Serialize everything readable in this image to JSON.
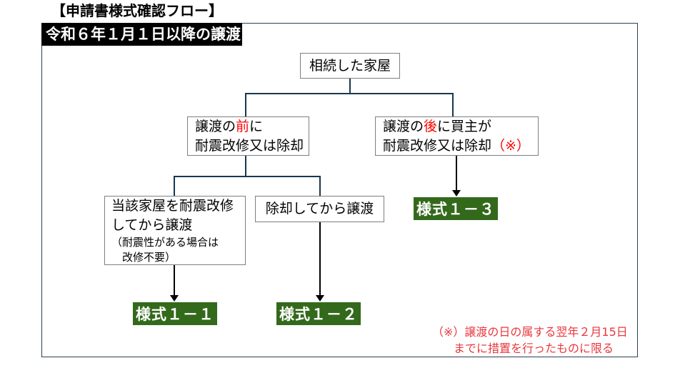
{
  "page": {
    "title": "【申請書様式確認フロー】"
  },
  "banner": {
    "label": "令和６年１月１日以降の譲渡"
  },
  "nodes": {
    "root": {
      "text": "相続した家屋"
    },
    "before": {
      "line1_pre": "譲渡の",
      "line1_em": "前",
      "line1_post": "に",
      "line2": "耐震改修又は除却"
    },
    "after": {
      "line1_pre": "譲渡の",
      "line1_em": "後",
      "line1_post": "に買主が",
      "line2_main": "耐震改修又は除却",
      "line2_mark": "（※）"
    },
    "retrofit": {
      "line1": "当該家屋を耐震改修",
      "line2": "してから譲渡",
      "note1": "（耐震性がある場合は",
      "note2": "　改修不要）"
    },
    "demolish": {
      "text": "除却してから譲渡"
    }
  },
  "results": {
    "form_1_1": "様式１－１",
    "form_1_2": "様式１－２",
    "form_1_3": "様式１－３"
  },
  "footnote": {
    "line1": "（※）譲渡の日の属する翌年２月15日",
    "line2": "までに措置を行ったものに限る"
  },
  "colors": {
    "banner_bg": "#000000",
    "result_green": "#33691b",
    "emphasis_red": "#ff0000",
    "footnote_red": "#e8373d",
    "connector": "#17374f",
    "box_border": "#7f7f7f",
    "frame_border": "#2b4150"
  }
}
